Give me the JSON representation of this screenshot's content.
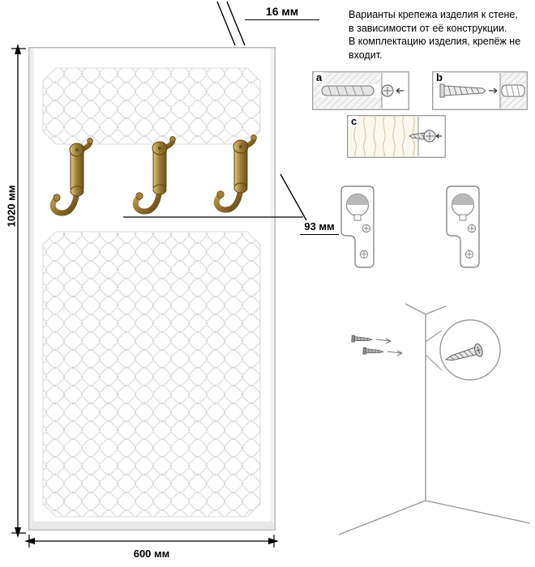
{
  "note": {
    "line1": "Варианты крепежа изделия к стене,",
    "line2": "в зависимости от её конструкции.",
    "line3": "В комплектацию изделия, крепёж не",
    "line4": "входит."
  },
  "dimensions": {
    "height": "1020 мм",
    "width": "600 мм",
    "thickness": "16 мм",
    "hook_offset": "93 мм"
  },
  "fastener_variants": {
    "a": "a",
    "b": "b",
    "c": "c"
  },
  "colors": {
    "hook_bronze": "#8a6a2a",
    "panel_outline": "#b8b8b8",
    "quilt_line": "#e0e0e0",
    "diagram_line": "#9a9a9a",
    "dimension_line": "#000000"
  }
}
